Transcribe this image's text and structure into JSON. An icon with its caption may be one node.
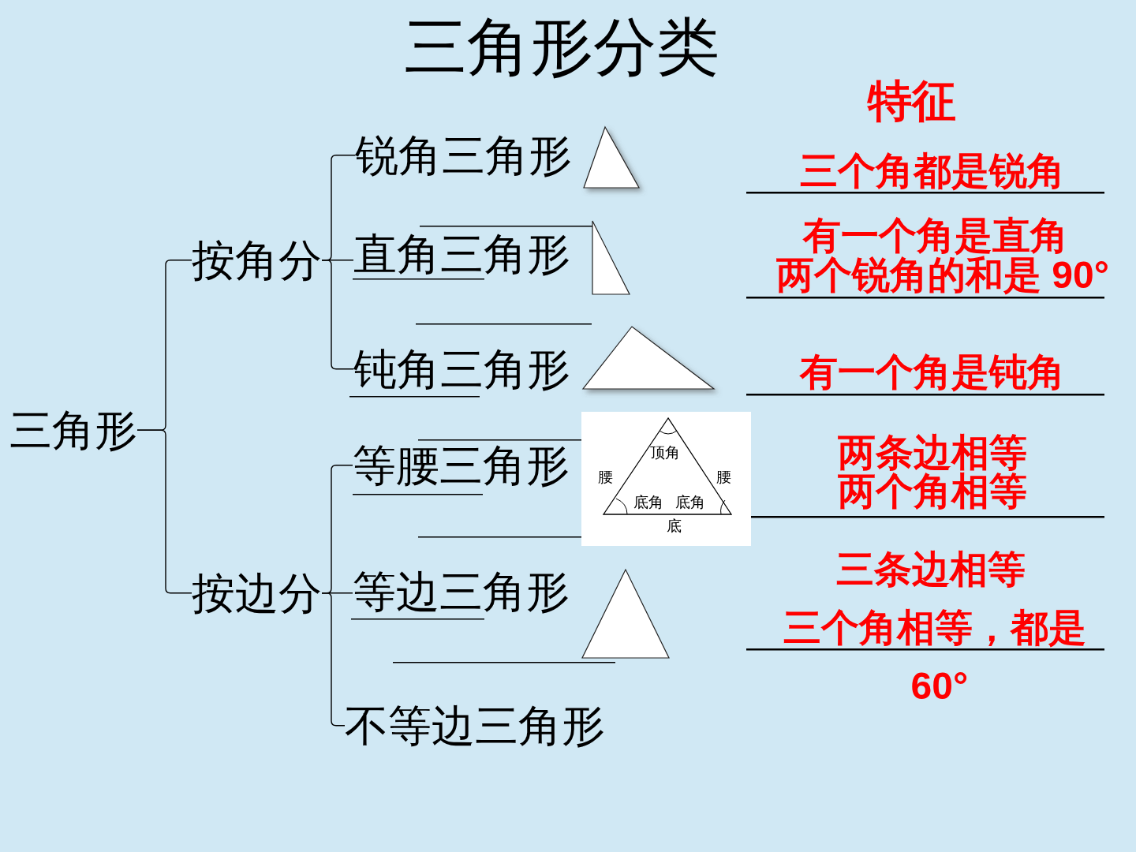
{
  "diagram": {
    "title": "三角形分类",
    "nodes": [
      {
        "text": [
          "三角形"
        ]
      },
      {
        "text": [
          "按角分"
        ]
      },
      {
        "text": [
          "锐角三角形"
        ]
      },
      {
        "text": [
          "直角三角形"
        ]
      },
      {
        "text": [
          "钝角三角形"
        ]
      },
      {
        "text": [
          "按边分"
        ]
      },
      {
        "text": [
          "等腰三角形"
        ]
      },
      {
        "text": [
          "等边三角形"
        ]
      },
      {
        "text": [
          "不等边三角形"
        ]
      }
    ],
    "edges": [
      {
        "from": 0,
        "to": 1,
        "arrow": "none"
      },
      {
        "from": 0,
        "to": 5,
        "arrow": "none"
      },
      {
        "from": 1,
        "to": 2,
        "arrow": "none"
      },
      {
        "from": 1,
        "to": 3,
        "arrow": "none"
      },
      {
        "from": 1,
        "to": 4,
        "arrow": "none"
      },
      {
        "from": 5,
        "to": 6,
        "arrow": "none"
      },
      {
        "from": 5,
        "to": 7,
        "arrow": "none"
      },
      {
        "from": 5,
        "to": 8,
        "arrow": "none"
      }
    ],
    "labels": [
      "顶角",
      "腰",
      "腰",
      "底角",
      "底角",
      "底",
      "特征",
      "三个角都是锐角",
      "有一个角是直角",
      "两个锐角的和是 90°",
      "有一个角是钝角",
      "两条边相等",
      "两个角相等",
      "三条边相等",
      "三个角相等，都是",
      "60°"
    ]
  }
}
